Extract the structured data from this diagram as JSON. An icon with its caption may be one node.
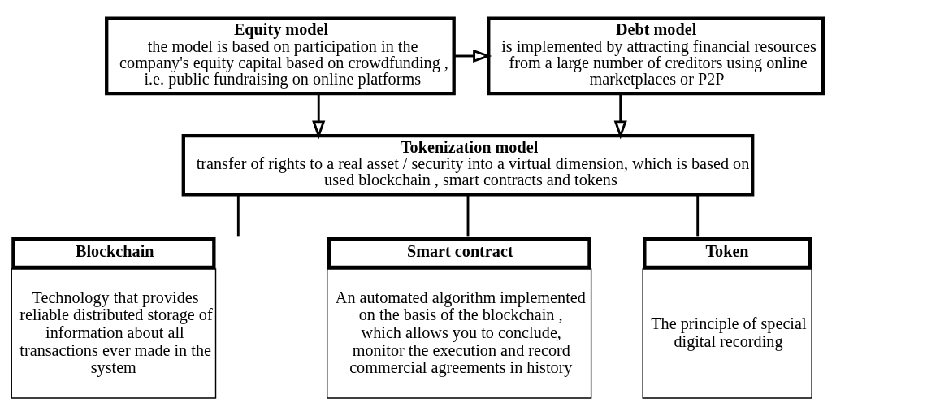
{
  "diagram": {
    "nodes": [
      {
        "text": [
          "Equity model",
          "the model is based on participation in the company's equity capital based on crowdfunding , i.e. public fundraising on online platforms"
        ]
      },
      {
        "text": [
          "Debt model",
          "is implemented by attracting financial resources from a large number of creditors using online marketplaces or P2P"
        ]
      },
      {
        "text": [
          "Tokenization model",
          "transfer of rights to a real asset / security into a virtual dimension, which is based on used blockchain , smart contracts and tokens"
        ]
      },
      {
        "text": [
          "Blockchain",
          "Technology that provides reliable distributed storage of information about all transactions ever made in the system"
        ]
      },
      {
        "text": [
          "Smart contract",
          "An automated algorithm implemented on the basis of the blockchain , which allows you to conclude, monitor the execution and record commercial agreements in history"
        ]
      },
      {
        "text": [
          "Token",
          "The principle of special digital recording"
        ]
      }
    ],
    "edges": [
      {
        "from": 0,
        "to": 1,
        "arrow": "to"
      },
      {
        "from": 0,
        "to": 2,
        "arrow": "to"
      },
      {
        "from": 1,
        "to": 2,
        "arrow": "to"
      },
      {
        "from": 2,
        "to": 3,
        "arrow": "none"
      },
      {
        "from": 2,
        "to": 4,
        "arrow": "none"
      },
      {
        "from": 2,
        "to": 5,
        "arrow": "none"
      }
    ]
  }
}
